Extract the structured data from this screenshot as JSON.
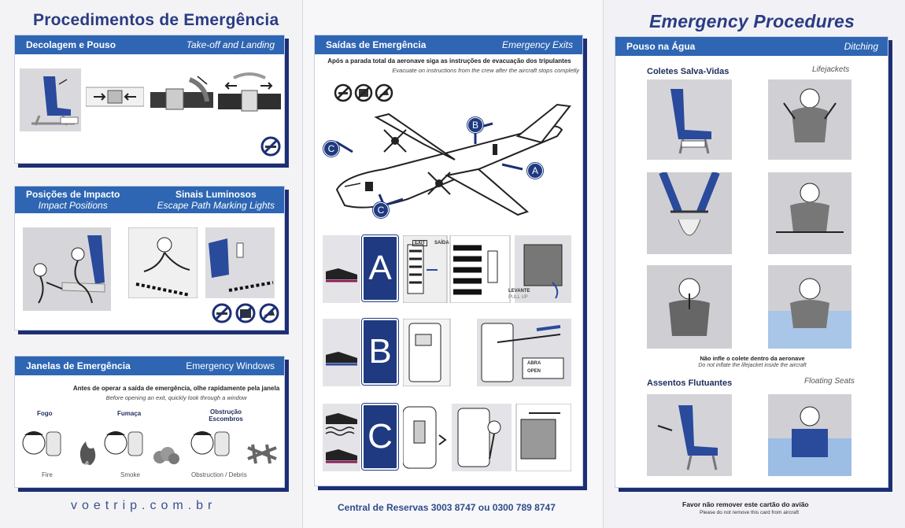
{
  "left": {
    "title": "Procedimentos de Emergência",
    "takeoff": {
      "pt": "Decolagem e Pouso",
      "en": "Take-off and Landing"
    },
    "impact": {
      "pt": "Posições de Impacto",
      "en": "Impact Positions"
    },
    "lights": {
      "pt": "Sinais Luminosos",
      "en": "Escape Path Marking Lights"
    },
    "windows": {
      "pt": "Janelas de Emergência",
      "en": "Emergency Windows",
      "note_pt": "Antes de operar a saída de emergência, olhe rapidamente pela janela",
      "note_en": "Before opening an exit, quickly look through a window",
      "fire_pt": "Fogo",
      "fire_en": "Fire",
      "smoke_pt": "Fumaça",
      "smoke_en": "Smoke",
      "obstruction_pt": "Obstrução Escombros",
      "obstruction_en": "Obstruction / Debris"
    },
    "footer": "voetrip.com.br"
  },
  "middle": {
    "exits": {
      "pt": "Saídas de Emergência",
      "en": "Emergency Exits",
      "note_pt": "Após a parada total da aeronave siga as instruções de evacuação dos tripulantes",
      "note_en": "Evacuate on instructions from the crew after the aircraft stops completly"
    },
    "exit_labels": [
      "A",
      "B",
      "C"
    ],
    "diagram_labels": {
      "a": "A",
      "b": "B",
      "c1": "C",
      "c2": "C"
    },
    "exit_sign": "EXIT",
    "saida": "SAÍDA",
    "levante": "LEVANTE",
    "lift": "PULL UP",
    "abra": "ABRA",
    "open": "OPEN",
    "footer": "Central de Reservas 3003 8747 ou 0300 789 8747"
  },
  "right": {
    "title": "Emergency Procedures",
    "ditching": {
      "pt": "Pouso na Água",
      "en": "Ditching"
    },
    "lifejackets": {
      "pt": "Coletes Salva-Vidas",
      "en": "Lifejackets"
    },
    "inflate_note_pt": "Não infle o colete dentro da aeronave",
    "inflate_note_en": "Do not inflate the lifejacket inside the aircraft",
    "floating": {
      "pt": "Assentos Flutuantes",
      "en": "Floating Seats"
    },
    "footer_pt": "Favor não remover este cartão do avião",
    "footer_en": "Please do not remove this card from aircraft"
  },
  "colors": {
    "header_blue": "#2e66b3",
    "navy": "#1c2f74",
    "title_blue": "#2a3c82"
  },
  "icons": [
    "no-smoking-icon",
    "no-baggage-icon",
    "no-high-heels-icon",
    "seat-icon",
    "seatbelt-icon",
    "aircraft-icon",
    "person-icon",
    "fire-icon",
    "smoke-icon",
    "debris-icon",
    "lifejacket-icon",
    "water-icon"
  ]
}
